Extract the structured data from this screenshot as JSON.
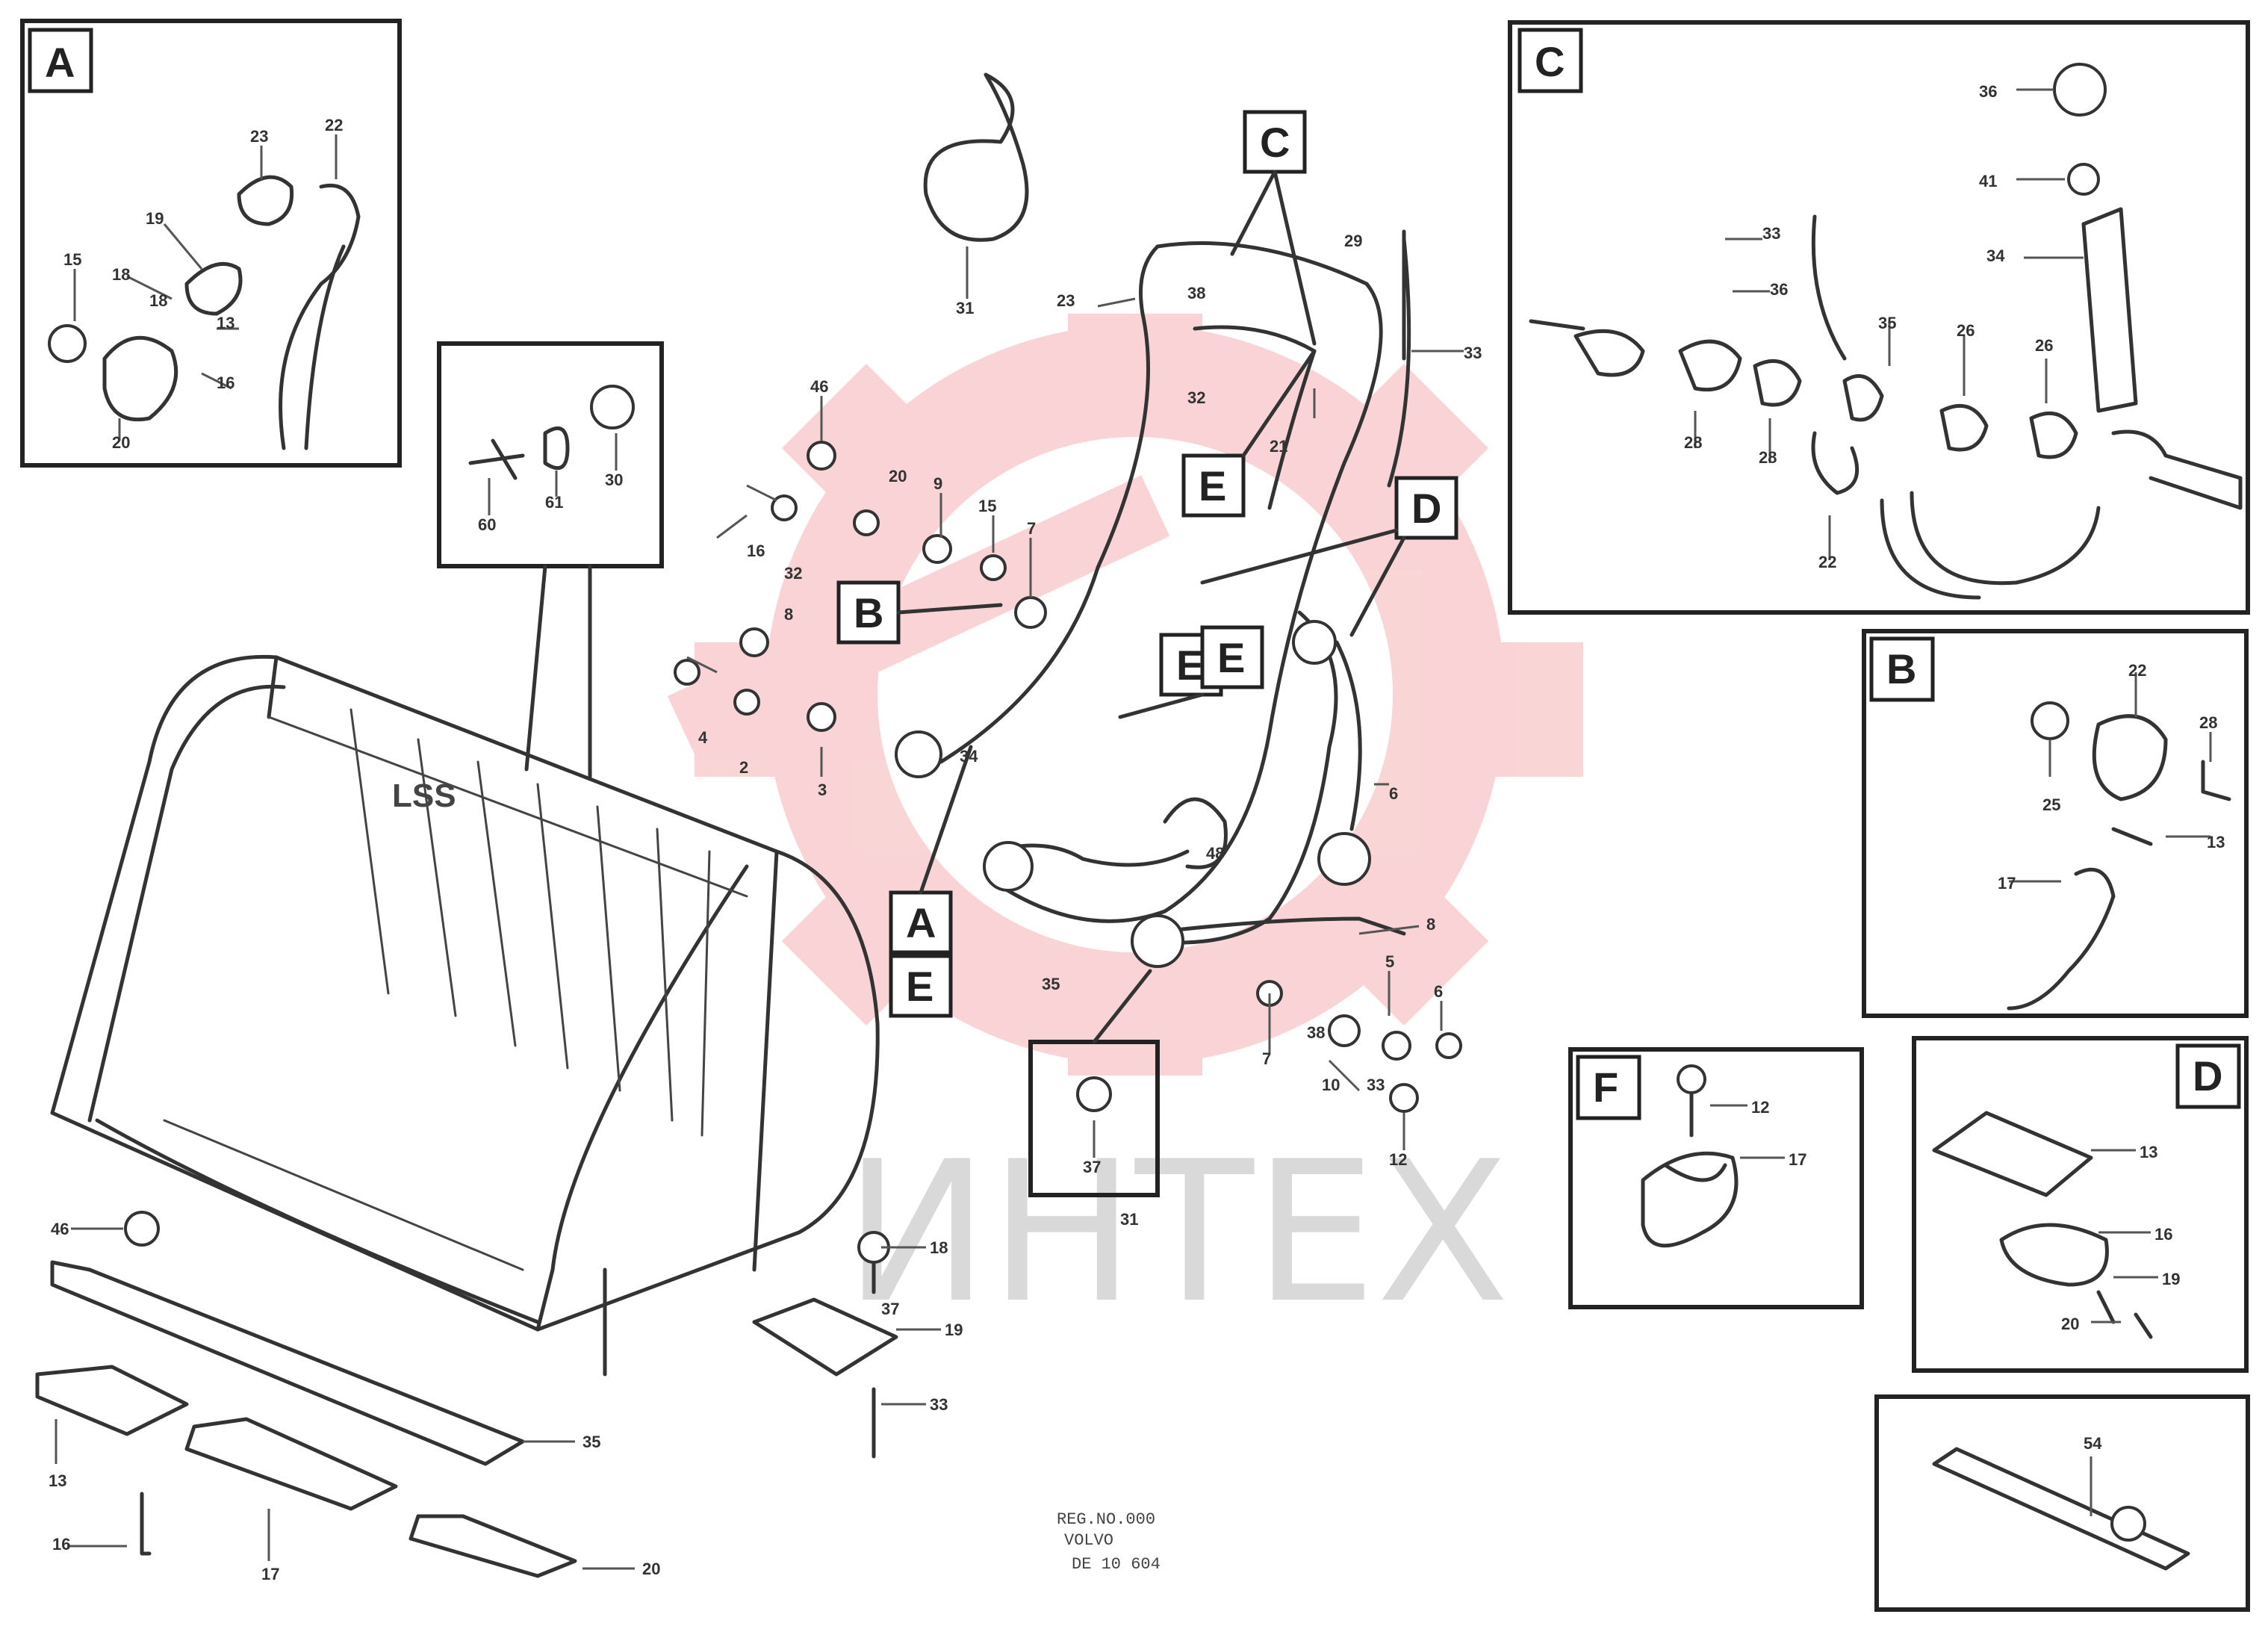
{
  "diagram": {
    "watermark_text": "ИНТЕХ",
    "bucket_label": "LSS",
    "footer_lines": [
      "REG.NO.000",
      "VOLVO",
      "DE 10 604"
    ],
    "detail_frames": [
      "A",
      "C",
      "B",
      "F",
      "D"
    ],
    "callout_letters": [
      "C",
      "E",
      "D",
      "B",
      "E",
      "E",
      "A",
      "E"
    ],
    "part_numbers": [
      "23",
      "22",
      "19",
      "18",
      "15",
      "13",
      "16",
      "18",
      "20",
      "60",
      "61",
      "30",
      "31",
      "23",
      "29",
      "33",
      "32",
      "21",
      "33",
      "36",
      "36",
      "41",
      "34",
      "35",
      "26",
      "26",
      "28",
      "28",
      "22",
      "22",
      "28",
      "25",
      "13",
      "17",
      "12",
      "17",
      "13",
      "16",
      "19",
      "20",
      "54",
      "46",
      "20",
      "9",
      "15",
      "7",
      "16",
      "32",
      "8",
      "4",
      "2",
      "3",
      "8",
      "5",
      "6",
      "7",
      "10",
      "12",
      "6",
      "37",
      "46",
      "35",
      "13",
      "16",
      "17",
      "20",
      "18",
      "19",
      "33",
      "34",
      "35",
      "38",
      "37",
      "38",
      "31",
      "48",
      "33"
    ]
  }
}
